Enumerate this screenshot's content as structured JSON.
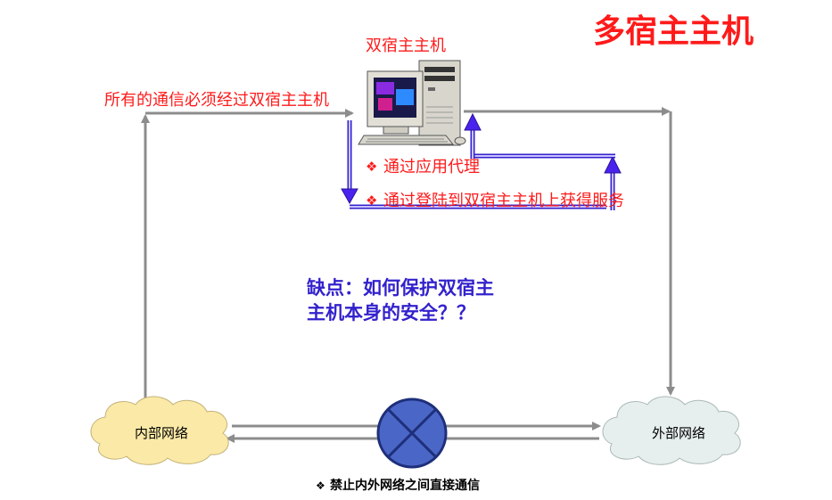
{
  "title": "多宿主主机",
  "host_label": "双宿主主机",
  "all_traffic_note": "所有的通信必须经过双宿主主机",
  "bullets": [
    {
      "marker": "❖",
      "text": "通过应用代理"
    },
    {
      "marker": "❖",
      "text": "通过登陆到双宿主主机上获得服务"
    }
  ],
  "drawback": {
    "line1": "缺点：如何保护双宿主",
    "line2": "主机本身的安全？？"
  },
  "internal_network": "内部网络",
  "external_network": "外部网络",
  "forbidden_note": {
    "marker": "❖",
    "text": "禁止内外网络之间直接通信"
  },
  "colors": {
    "title": "#ff1a1a",
    "accent_blue": "#3322cc",
    "arrow_gray": "#8c8c8c",
    "internal_cloud": "#fbeaa7",
    "external_cloud": "#e6efee",
    "block_symbol": "#4a66c7"
  },
  "icons": {
    "host": "desktop-computer-icon",
    "block": "blocked-router-icon"
  }
}
